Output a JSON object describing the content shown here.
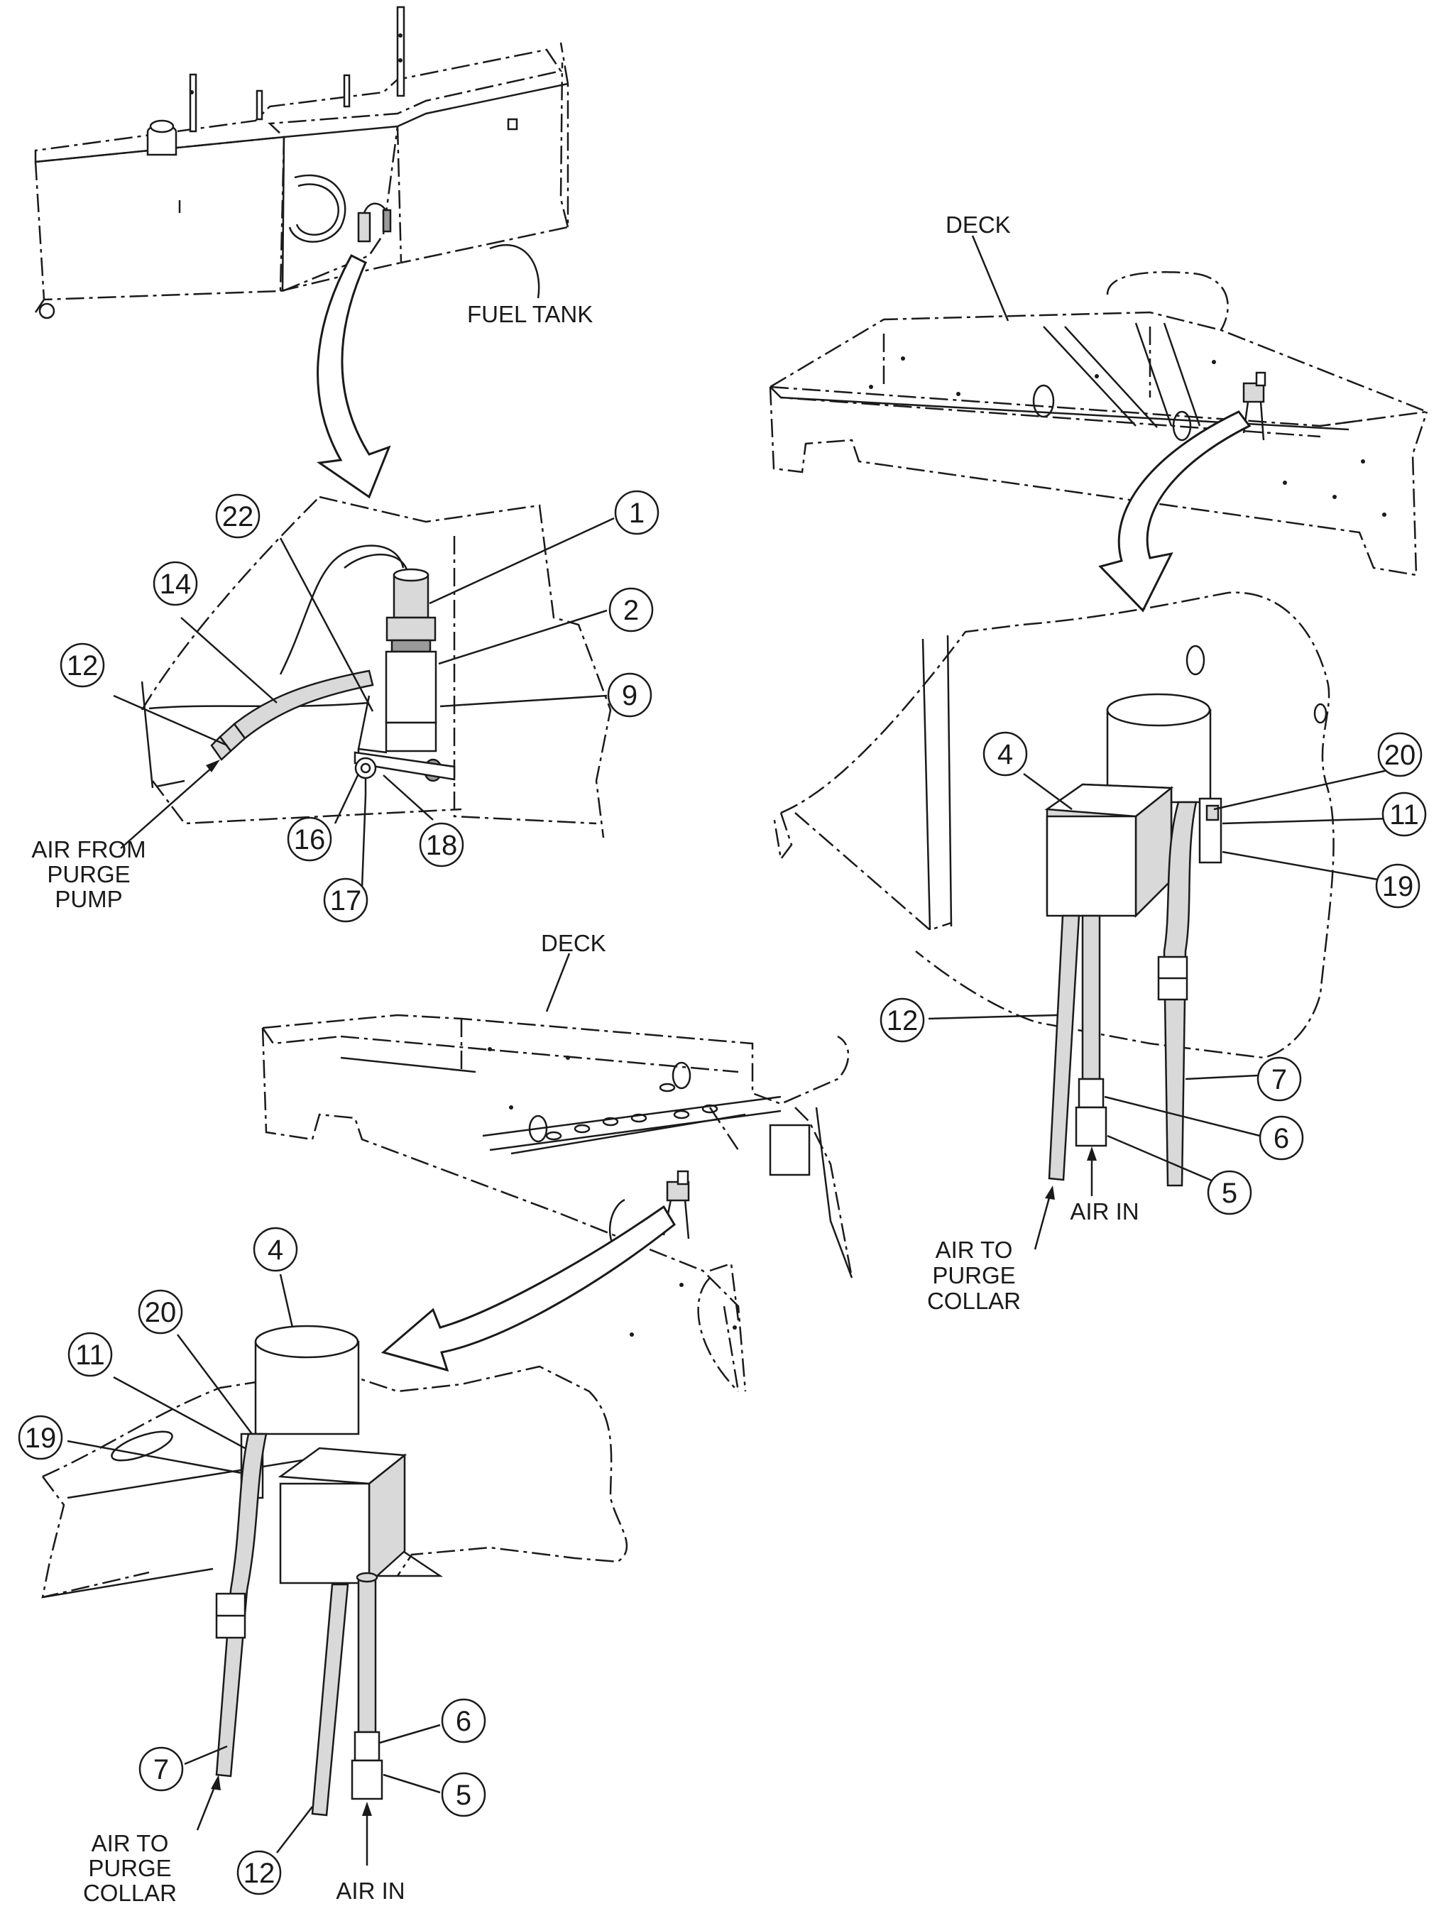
{
  "labels": {
    "fuel_tank": "FUEL TANK",
    "deck_top": "DECK",
    "deck_middle": "DECK",
    "air_from_purge_pump": [
      "AIR FROM",
      "PURGE",
      "PUMP"
    ],
    "air_to_purge_collar_right": [
      "AIR TO",
      "PURGE",
      "COLLAR"
    ],
    "air_in_right": "AIR IN",
    "air_to_purge_collar_left": [
      "AIR TO",
      "PURGE",
      "COLLAR"
    ],
    "air_in_left": "AIR IN"
  },
  "callouts": {
    "tank_detail": [
      "1",
      "2",
      "9",
      "12",
      "14",
      "16",
      "17",
      "18",
      "22"
    ],
    "right_detail": [
      "4",
      "20",
      "11",
      "19",
      "12",
      "7",
      "6",
      "5"
    ],
    "left_detail": [
      "4",
      "20",
      "11",
      "19",
      "7",
      "6",
      "5",
      "12"
    ]
  }
}
